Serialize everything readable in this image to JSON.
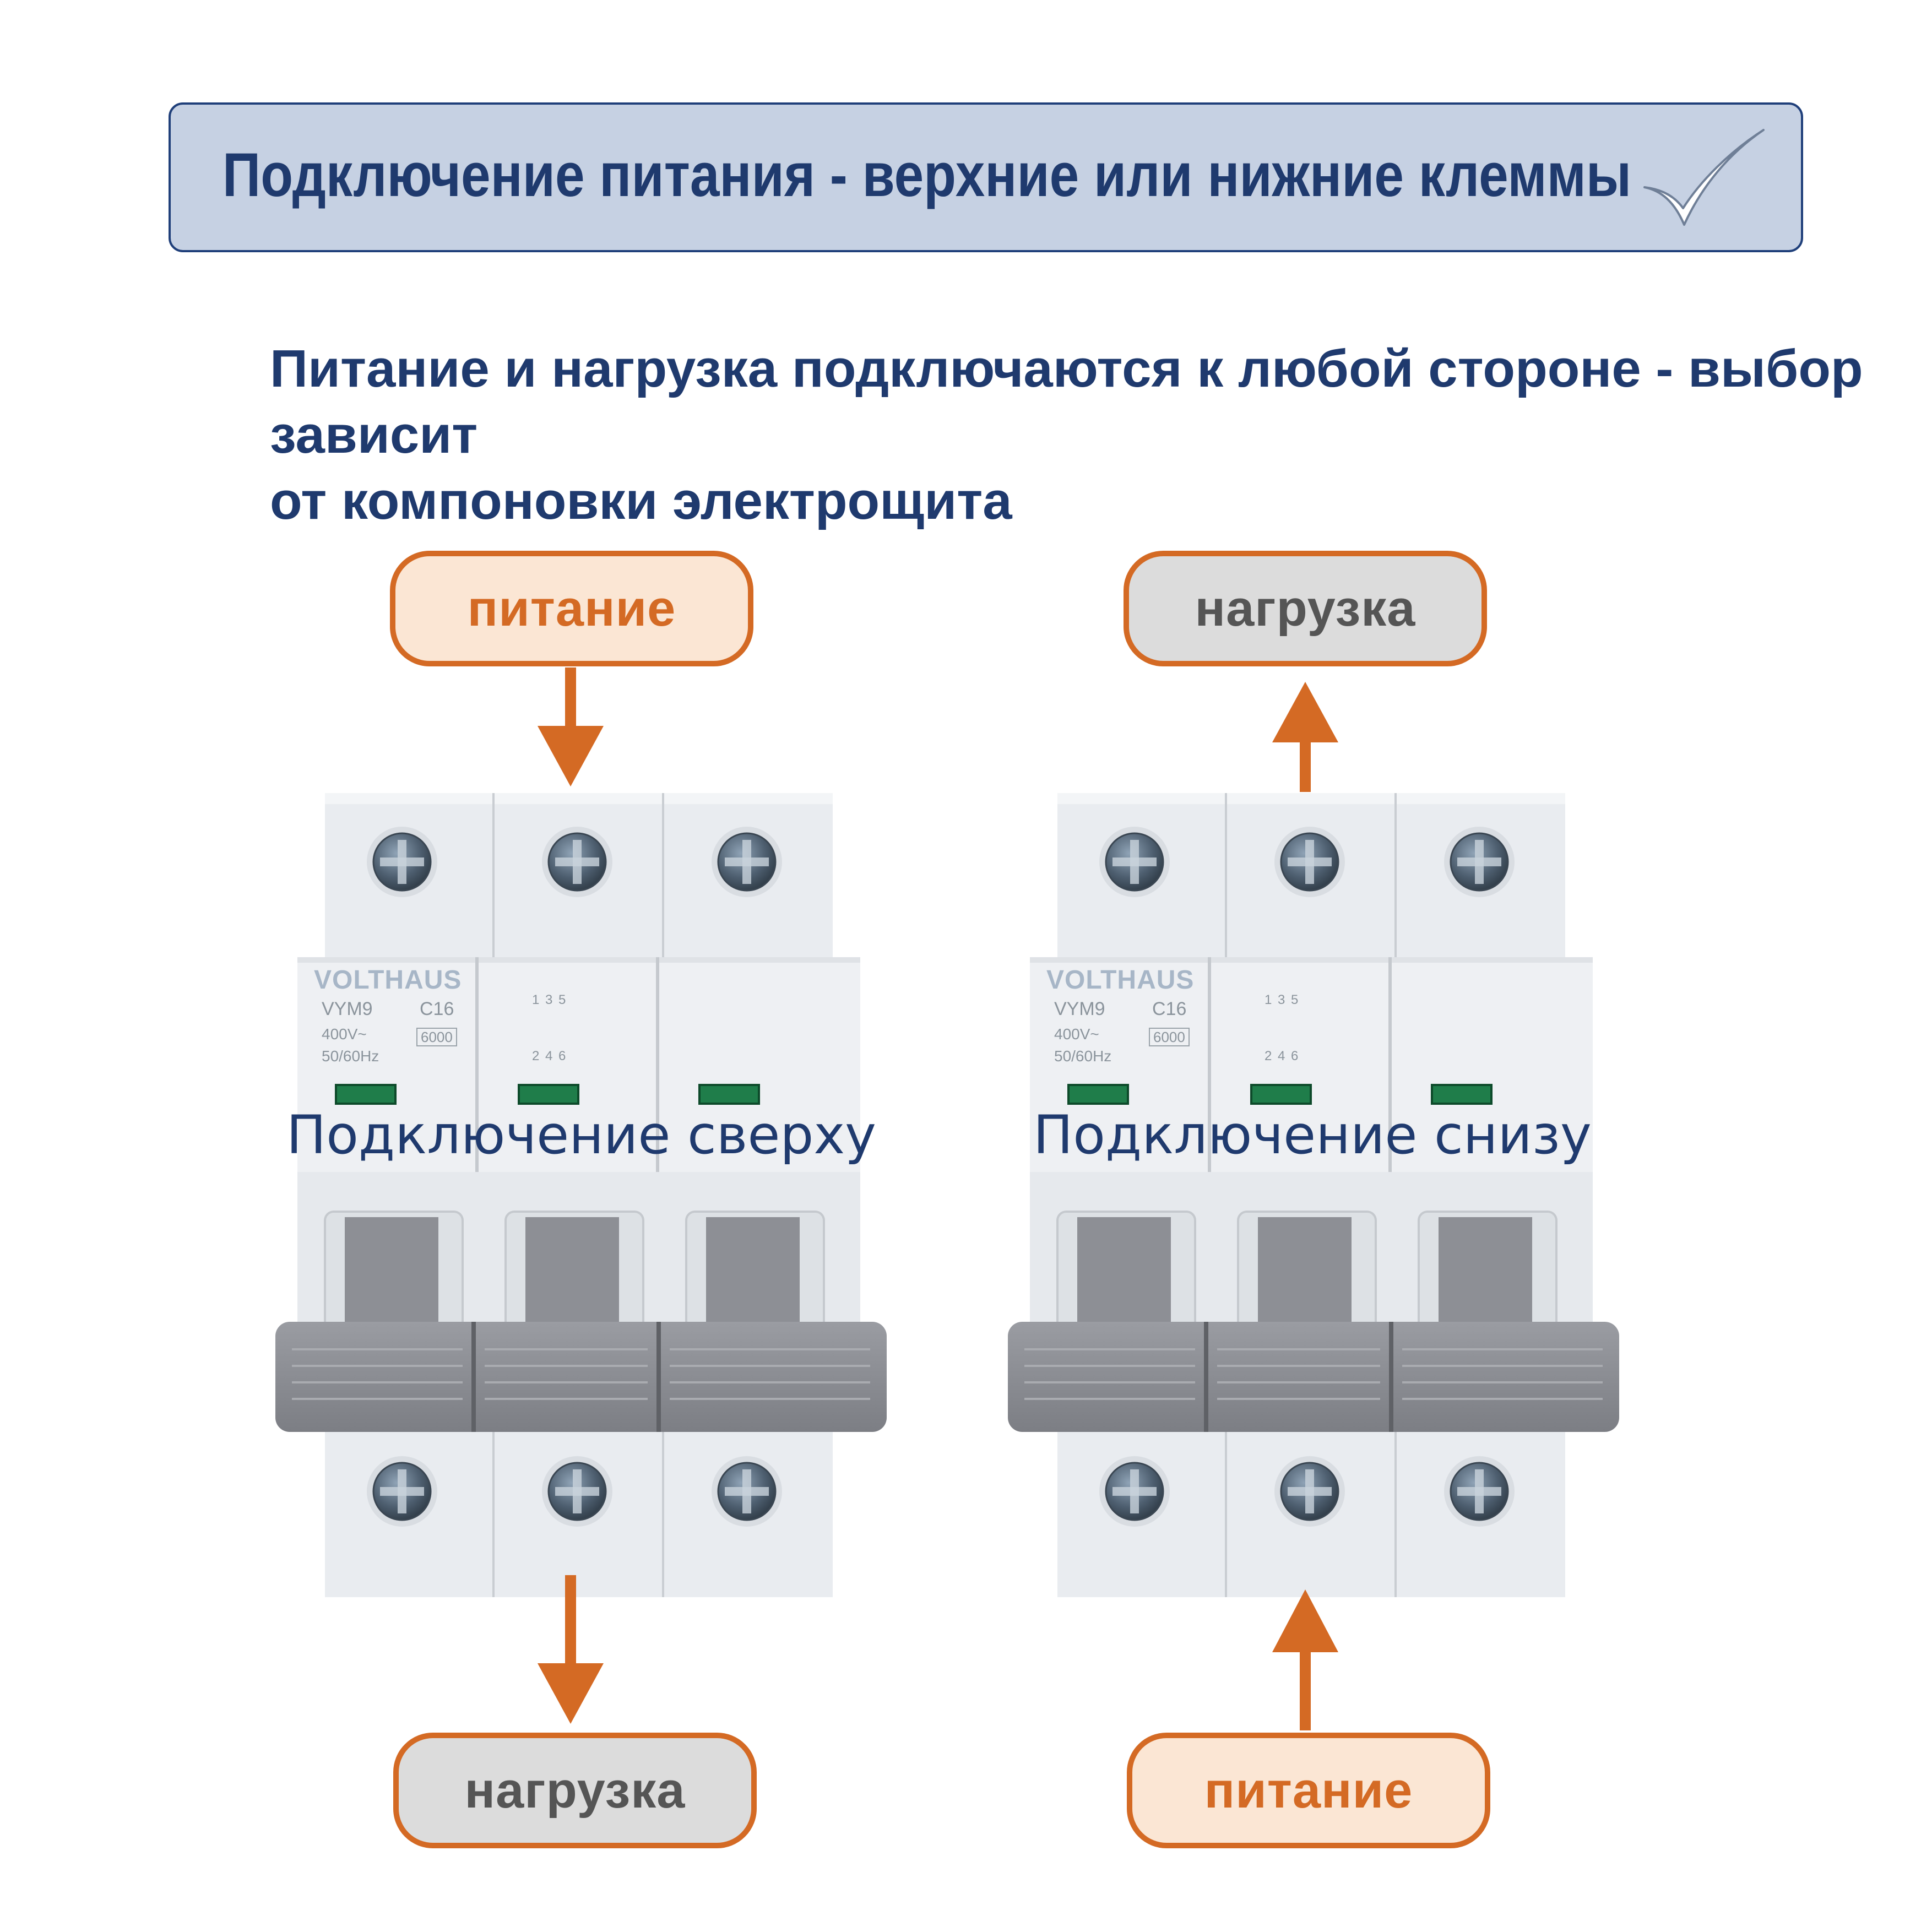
{
  "banner": {
    "title": "Подключение питания - верхние или нижние клеммы",
    "icon": "check-icon"
  },
  "subtitle": {
    "line1": "Питание и нагрузка подключаются к любой стороне - выбор зависит",
    "line2": "от компоновки электрощита"
  },
  "colors": {
    "accent": "#d46a24",
    "navy": "#1f3a6e",
    "banner_bg": "#c6d1e3",
    "power_bg": "#fbe6d4",
    "load_bg": "#dcdcdc",
    "handle": "#8d8f95"
  },
  "left": {
    "top_label": "питание",
    "bottom_label": "нагрузка",
    "caption": "Подключение сверху",
    "arrows": [
      "down",
      "down"
    ]
  },
  "right": {
    "top_label": "нагрузка",
    "bottom_label": "питание",
    "caption": "Подключение снизу",
    "arrows": [
      "up",
      "up"
    ]
  },
  "breaker": {
    "brand": "VOLTHAUS",
    "model": "VYM9",
    "rating": "C16",
    "voltage": "400V~",
    "frequency": "50/60Hz",
    "breaking_capacity": "6000",
    "terminals_top": "1 3 5",
    "terminals_bottom": "2 4 6"
  }
}
